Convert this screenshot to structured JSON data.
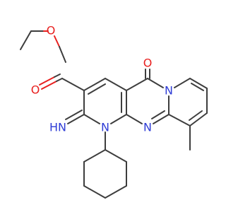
{
  "atoms": {
    "o_ester_carbonyl": "O",
    "o_ester_ether": "O",
    "o_ketone": "O",
    "n_imine": "HN",
    "n_cyclohexyl": "N",
    "n_ring_bridge": "N",
    "n_pyrimidine": "N"
  },
  "colors": {
    "bond": "#3d3d3d",
    "oxygen": "#e8201f",
    "nitrogen": "#2f3dd6",
    "background": "#ffffff"
  }
}
